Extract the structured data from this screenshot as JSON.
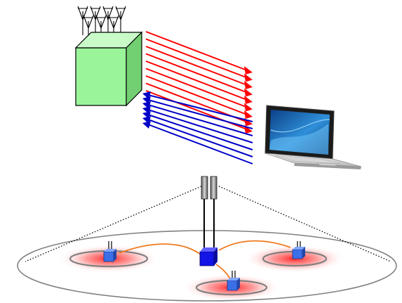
{
  "diagram": {
    "nodes": [
      {
        "id": "base-station",
        "icon": "antenna-array-cube-icon",
        "color": "#9AF59A"
      },
      {
        "id": "laptop",
        "icon": "laptop-icon"
      },
      {
        "id": "central-hub",
        "icon": "hub-node-icon",
        "color": "#1414E6"
      },
      {
        "id": "node-left",
        "icon": "small-node-icon",
        "color": "#3B6FE8"
      },
      {
        "id": "node-right",
        "icon": "small-node-icon",
        "color": "#3B6FE8"
      },
      {
        "id": "node-bottom",
        "icon": "small-node-icon",
        "color": "#3B6FE8"
      },
      {
        "id": "twin-antenna",
        "icon": "twin-antenna-icon"
      }
    ],
    "links": {
      "downlink": {
        "count": 9,
        "color": "#FF0000",
        "from": "base-station",
        "to": "laptop"
      },
      "uplink": {
        "count": 7,
        "color": "#0000C8",
        "from": "laptop",
        "to": "base-station"
      },
      "wired": {
        "color": "#F07A1E",
        "from": "central-hub",
        "to": [
          "node-left",
          "node-right",
          "node-bottom"
        ]
      }
    },
    "colors": {
      "coverage_glow": "#FF2A2A",
      "ellipse_stroke": "#808080",
      "tower_line": "#000000"
    }
  }
}
